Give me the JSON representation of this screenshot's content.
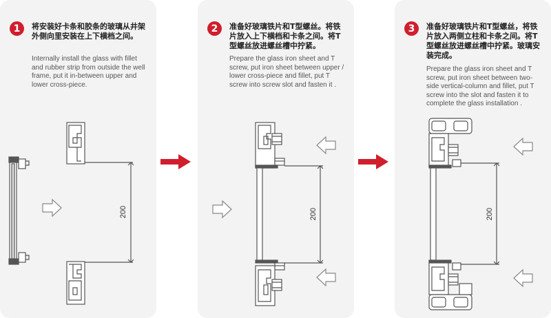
{
  "steps": [
    {
      "number": "1",
      "zh": "将安装好卡条和胶条的玻璃从井架外侧向里安装在上下横档之间。",
      "en": "Internally install the glass with fillet and rubber strip from outside the well frame, put it in-between upper and lower cross-piece.",
      "dimension": "200"
    },
    {
      "number": "2",
      "zh": "准备好玻璃铁片和T型螺丝。将铁片放入上下横档和卡条之间。将T型螺丝放进螺丝槽中拧紧。",
      "en": "Prepare the glass iron sheet and T screw, put iron sheet between upper / lower cross-piece and fillet, put T screw into screw slot and fasten it .",
      "dimension": "200"
    },
    {
      "number": "3",
      "zh": "准备好玻璃铁片和T型螺丝，将铁片放入两侧立柱和卡条之间。将T型螺丝放进螺丝槽中拧紧。玻璃安装完成。",
      "en": "Prepare the glass iron sheet and T screw, put iron sheet between two-side vertical-column and fillet, put T screw into the slot and fasten it to complete the glass installation .",
      "dimension": "200"
    }
  ],
  "colors": {
    "accent": "#d01e2d",
    "panel": "#f3f3f3",
    "line": "#555555"
  }
}
